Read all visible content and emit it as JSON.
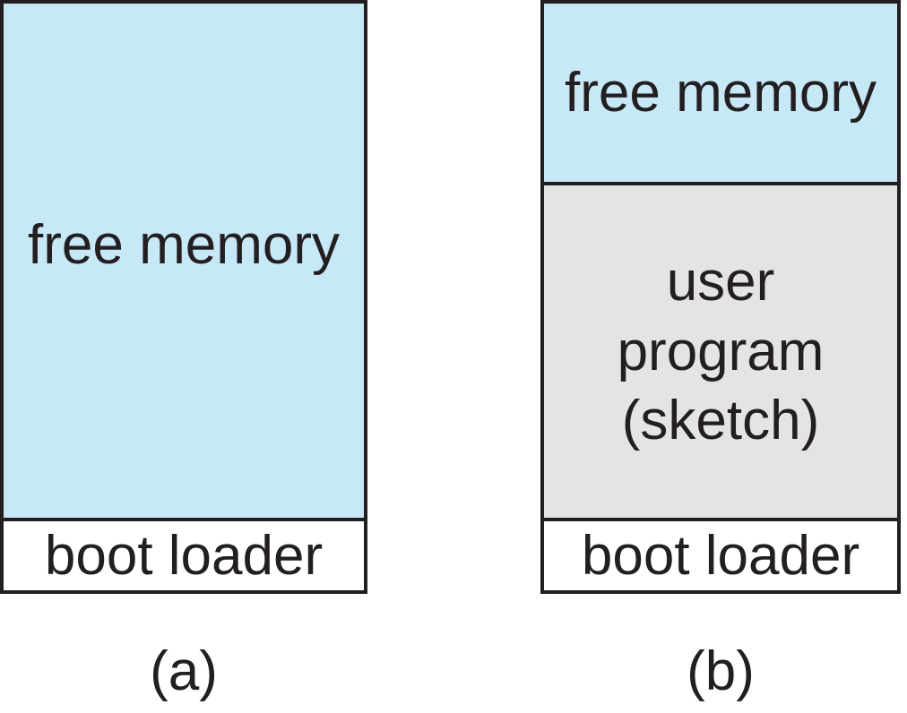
{
  "figure": {
    "panel_a": {
      "caption": "(a)",
      "free_memory_label": "free memory",
      "boot_loader_label": "boot loader"
    },
    "panel_b": {
      "caption": "(b)",
      "free_memory_label": "free memory",
      "user_program_lines": [
        "user",
        "program",
        "(sketch)"
      ],
      "boot_loader_label": "boot loader"
    },
    "colors": {
      "free_memory_fill": "#c6e8f7",
      "user_program_fill": "#e4e4e4",
      "boot_loader_fill": "#ffffff",
      "border_and_text": "#231f20",
      "background": "#ffffff"
    }
  }
}
